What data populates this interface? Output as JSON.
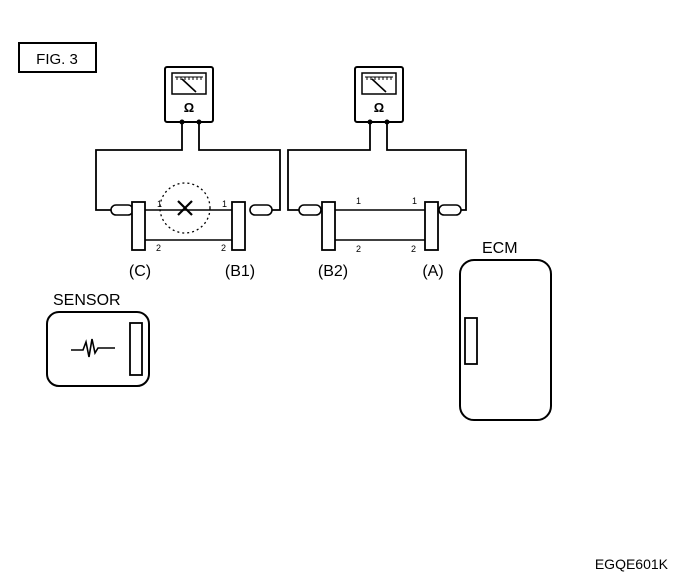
{
  "figure": {
    "label": "FIG. 3"
  },
  "meters": [
    {
      "name": "left-ohmmeter",
      "unit_symbol": "Ω",
      "icon": "ohmmeter-icon"
    },
    {
      "name": "right-ohmmeter",
      "unit_symbol": "Ω",
      "icon": "ohmmeter-icon"
    }
  ],
  "connectors": {
    "c": "(C)",
    "b1": "(B1)",
    "b2": "(B2)",
    "a": "(A)"
  },
  "pins": {
    "c_top": "1",
    "c_bottom": "2",
    "b1_top": "1",
    "b1_bottom": "2",
    "b2_top": "1",
    "b2_bottom": "2",
    "a_top": "1",
    "a_bottom": "2"
  },
  "components": {
    "sensor": "SENSOR",
    "ecm": "ECM"
  },
  "code": "EGQE601K"
}
